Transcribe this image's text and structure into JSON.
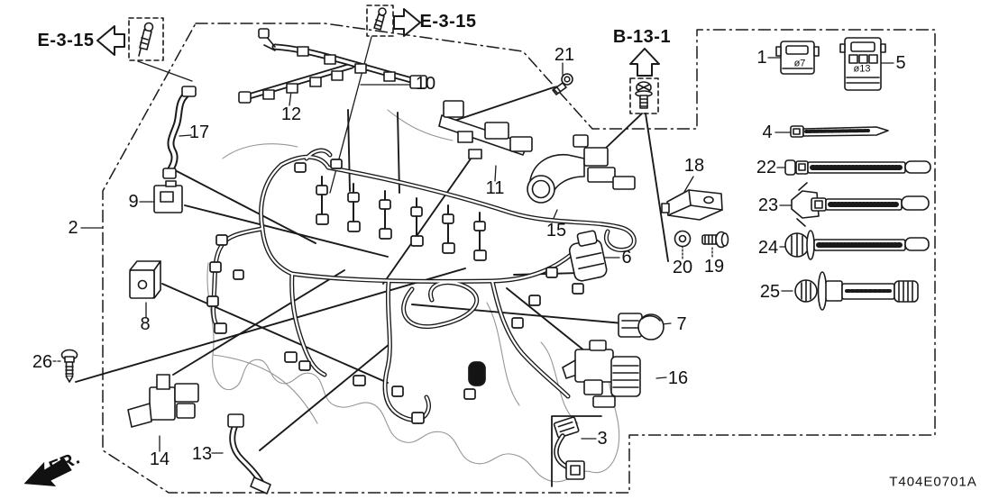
{
  "figure": {
    "code": "T404E0701A",
    "front_marker": "FR.",
    "cross_refs": {
      "left": "E-3-15",
      "top": "E-3-15",
      "bolt": "B-13-1"
    },
    "clip_diameters": {
      "part1": "ø7",
      "part5": "ø13"
    },
    "callouts": {
      "c1": "1",
      "c2": "2",
      "c3": "3",
      "c4": "4",
      "c5": "5",
      "c6": "6",
      "c7": "7",
      "c8": "8",
      "c9": "9",
      "c10": "10",
      "c11": "11",
      "c12": "12",
      "c13": "13",
      "c14": "14",
      "c15": "15",
      "c16": "16",
      "c17": "17",
      "c18": "18",
      "c19": "19",
      "c20": "20",
      "c21": "21",
      "c22": "22",
      "c23": "23",
      "c24": "24",
      "c25": "25",
      "c26": "26"
    }
  }
}
